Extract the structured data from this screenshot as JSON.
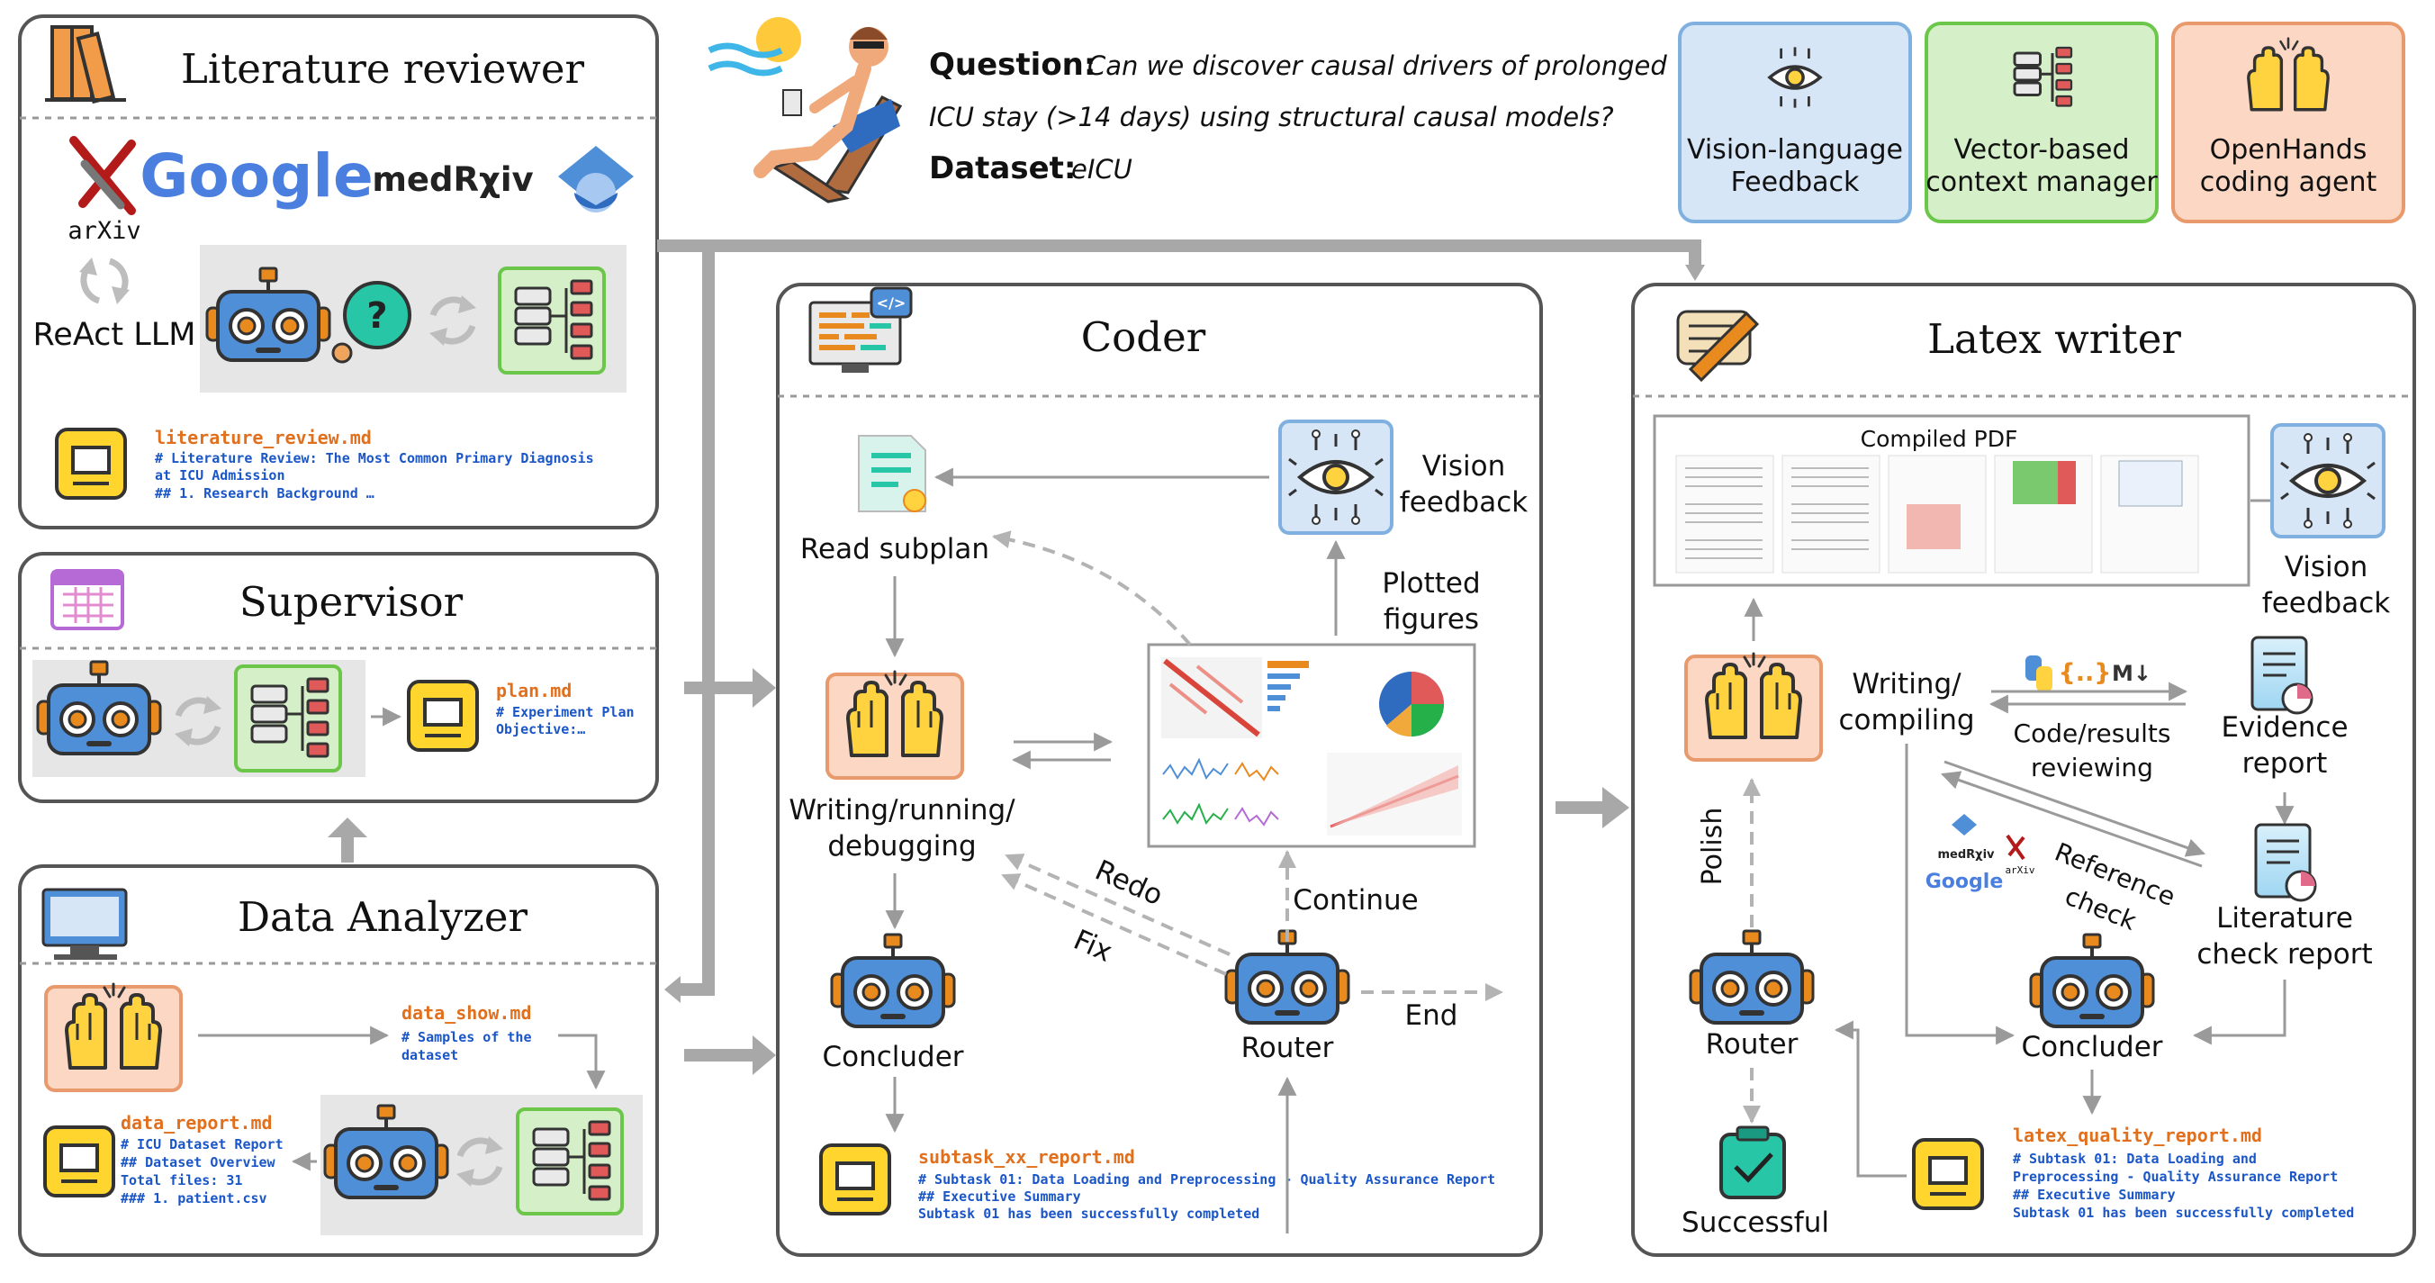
{
  "modules": {
    "literature": {
      "title": "Literature reviewer",
      "sources": {
        "arxiv": "arXiv",
        "google": "Google",
        "medrxiv": "medRχiv"
      },
      "react_label": "ReAct LLM",
      "file_name": "literature_review.md",
      "file_line1": "# Literature Review: The Most Common Primary Diagnosis",
      "file_line2": "at ICU Admission",
      "file_line3": "## 1. Research Background …"
    },
    "supervisor": {
      "title": "Supervisor",
      "file_name": "plan.md",
      "file_line1": "# Experiment Plan",
      "file_line2": "Objective:…"
    },
    "data_analyzer": {
      "title": "Data Analyzer",
      "show_file": "data_show.md",
      "show_line1": "# Samples of the",
      "show_line2": "dataset",
      "report_file": "data_report.md",
      "report_line1": "# ICU Dataset Report",
      "report_line2": "## Dataset Overview",
      "report_line3": "Total files: 31",
      "report_line4": "### 1. patient.csv"
    },
    "coder": {
      "title": "Coder",
      "read_subplan": "Read subplan",
      "vision_1": "Vision",
      "vision_2": "feedback",
      "plotted_1": "Plotted",
      "plotted_2": "figures",
      "writing_1": "Writing/running/",
      "writing_2": "debugging",
      "concluder": "Concluder",
      "router": "Router",
      "redo": "Redo",
      "fix": "Fix",
      "continue": "Continue",
      "end": "End",
      "file_name": "subtask_xx_report.md",
      "file_line1": "# Subtask 01: Data Loading and Preprocessing - Quality Assurance Report",
      "file_line2": "## Executive Summary",
      "file_line3": "Subtask 01 has been successfully completed"
    },
    "latex": {
      "title": "Latex writer",
      "compiled_pdf": "Compiled PDF",
      "vision_1": "Vision",
      "vision_2": "feedback",
      "writing_1": "Writing/",
      "writing_2": "compiling",
      "code_review_1": "Code/results",
      "code_review_2": "reviewing",
      "evidence_1": "Evidence",
      "evidence_2": "report",
      "reference_1": "Reference",
      "reference_2": "check",
      "litcheck_1": "Literature",
      "litcheck_2": "check report",
      "polish": "Polish",
      "router": "Router",
      "concluder": "Concluder",
      "successful": "Successful",
      "mini_medrxiv": "medRχiv",
      "mini_arxiv": "arXiv",
      "mini_google": "Google",
      "json_glyph": "{..}",
      "md_glyph": "M↓",
      "file_name": "latex_quality_report.md",
      "file_line1": "# Subtask 01: Data Loading and",
      "file_line2": "Preprocessing - Quality Assurance Report",
      "file_line3": "## Executive Summary",
      "file_line4": "Subtask 01 has been successfully completed"
    }
  },
  "question": {
    "label": "Question:",
    "text_line1": "Can we discover causal drivers of prolonged",
    "text_line2": "ICU stay (>14 days) using structural causal models?",
    "dataset_label": "Dataset:",
    "dataset_value": "eICU"
  },
  "legend": {
    "vision_1": "Vision-language",
    "vision_2": "Feedback",
    "vector_1": "Vector-based",
    "vector_2": "context manager",
    "openhands_1": "OpenHands",
    "openhands_2": "coding agent"
  },
  "colors": {
    "file_name": "#e0701e",
    "file_text": "#1a56c8",
    "blue_box": "#d7e6f7",
    "green_box": "#d5f0c8",
    "orange_box": "#fbd7c4",
    "yellow_doc": "#ffd52e"
  }
}
